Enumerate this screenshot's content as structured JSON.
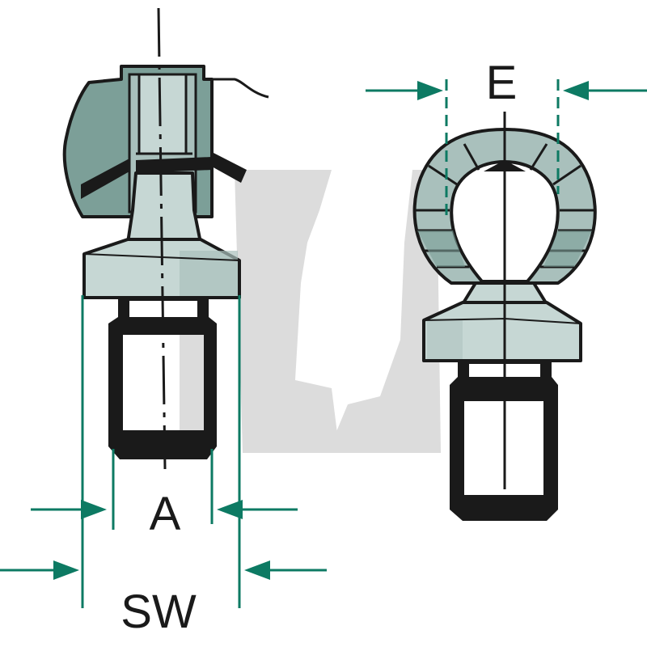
{
  "labels": {
    "a": "A",
    "sw": "SW",
    "e": "E"
  },
  "colors": {
    "outline": "#1a1a1a",
    "light_fill": "#c6d7d4",
    "mid_fill": "#a9c0bc",
    "dark_fill": "#7c9f98",
    "dimension": "#0d7a63",
    "watermark": "#dcdcdc"
  }
}
